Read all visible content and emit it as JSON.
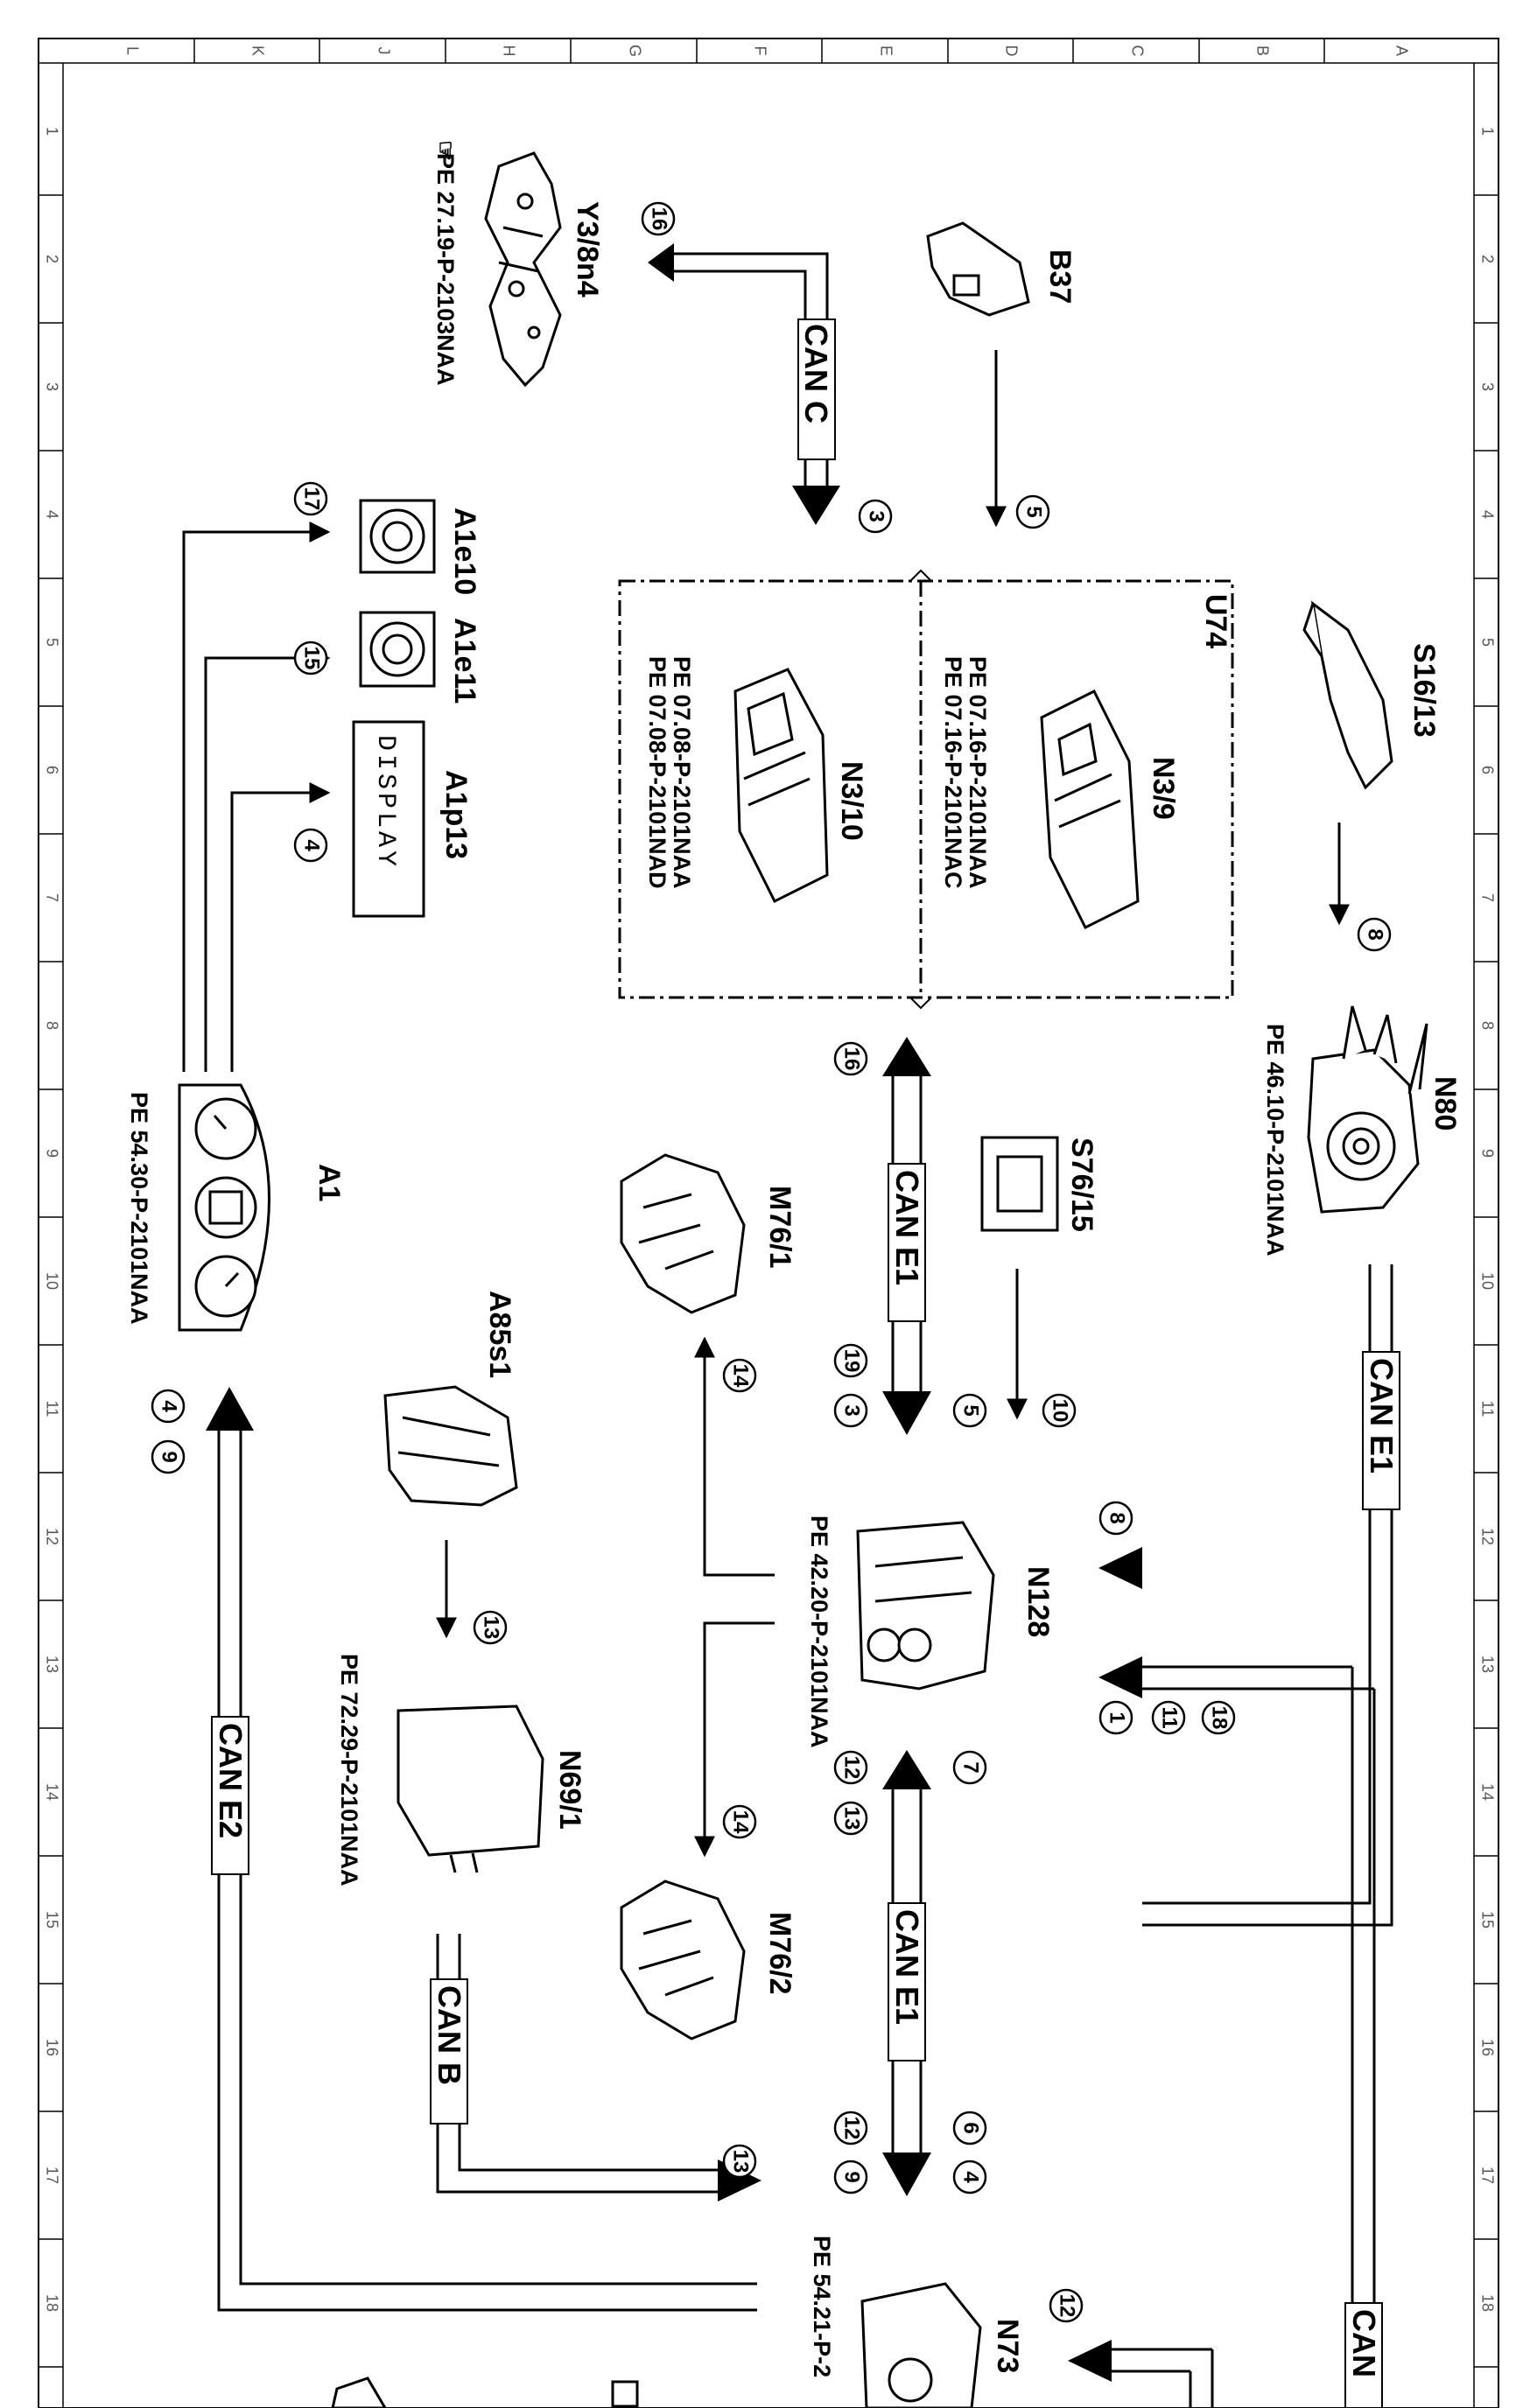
{
  "grid": {
    "columns": [
      "L",
      "K",
      "J",
      "H",
      "G",
      "F",
      "E",
      "D",
      "C",
      "B",
      "A"
    ],
    "rows": [
      "1",
      "2",
      "3",
      "4",
      "5",
      "6",
      "7",
      "8",
      "9",
      "10",
      "11",
      "12",
      "13",
      "14",
      "15",
      "16",
      "17",
      "18"
    ]
  },
  "components": {
    "Y3_8n4": {
      "label": "Y3/8n4",
      "ref": "PE 27.19-P-2103NAA"
    },
    "B37": {
      "label": "B37"
    },
    "A1e10": {
      "label": "A1e10"
    },
    "A1e11": {
      "label": "A1e11"
    },
    "A1p13": {
      "label": "A1p13",
      "display_text": "DISPLAY"
    },
    "U74": {
      "label": "U74"
    },
    "N3_10": {
      "label": "N3/10",
      "refs": [
        "PE 07.08-P-2101NAA",
        "PE 07.08-P-2101NAD"
      ]
    },
    "N3_9": {
      "label": "N3/9",
      "refs": [
        "PE 07.16-P-2101NAA",
        "PE 07.16-P-2101NAC"
      ]
    },
    "S16_13": {
      "label": "S16/13"
    },
    "N80": {
      "label": "N80",
      "ref": "PE 46.10-P-2101NAA"
    },
    "A1": {
      "label": "A1",
      "ref": "PE 54.30-P-2101NAA"
    },
    "M76_1": {
      "label": "M76/1"
    },
    "S76_15": {
      "label": "S76/15"
    },
    "A85s1": {
      "label": "A85s1"
    },
    "N128": {
      "label": "N128",
      "ref": "PE 42.20-P-2101NAA"
    },
    "N69_1": {
      "label": "N69/1",
      "ref": "PE 72.29-P-2101NAA"
    },
    "M76_2": {
      "label": "M76/2"
    },
    "N73": {
      "label": "N73",
      "ref": "PE 54.21-P-2"
    }
  },
  "buses": {
    "can_c": "CAN C",
    "can_e1_a": "CAN E1",
    "can_e1_b": "CAN E1",
    "can_e1_c": "CAN E1",
    "can_e2": "CAN E2",
    "can_b": "CAN B",
    "can_partial": "CAN"
  },
  "signals": {
    "s16": "16",
    "s3": "3",
    "s5_b37": "5",
    "s17": "17",
    "s15": "15",
    "s4_disp": "4",
    "s8_s16": "8",
    "s16_bus": "16",
    "s19": "19",
    "s3_bus": "3",
    "s5_bus": "5",
    "s10": "10",
    "s4_a1": "4",
    "s9_a1": "9",
    "s14_a": "14",
    "s8_n128": "8",
    "s13_a85": "13",
    "s1": "1",
    "s11": "11",
    "s18": "18",
    "s12_a": "12",
    "s13_b": "13",
    "s7": "7",
    "s14_b": "14",
    "s12_b": "12",
    "s9_b": "9",
    "s6": "6",
    "s4_b": "4",
    "s13_c": "13",
    "s12_n73": "12"
  }
}
